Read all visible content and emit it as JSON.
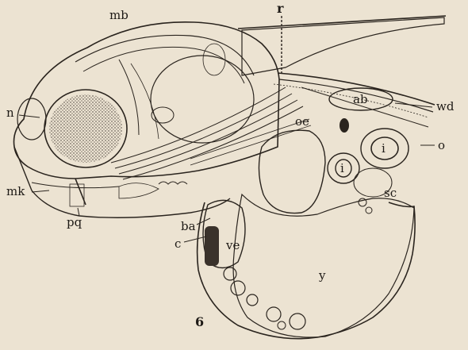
{
  "figure_number": "6",
  "labels": {
    "mb": "mb",
    "r": "r",
    "ab": "ab",
    "wd": "wd",
    "n": "n",
    "oe": "oe",
    "o": "o",
    "i_upper": "i",
    "i_lower": "i",
    "sc": "sc",
    "mk": "mk",
    "pq": "pq",
    "ba": "ba",
    "c": "c",
    "ve": "ve",
    "y": "y"
  },
  "colors": {
    "paper": "#ece3d2",
    "ink": "#2a241e",
    "eye": "#3a322b"
  }
}
